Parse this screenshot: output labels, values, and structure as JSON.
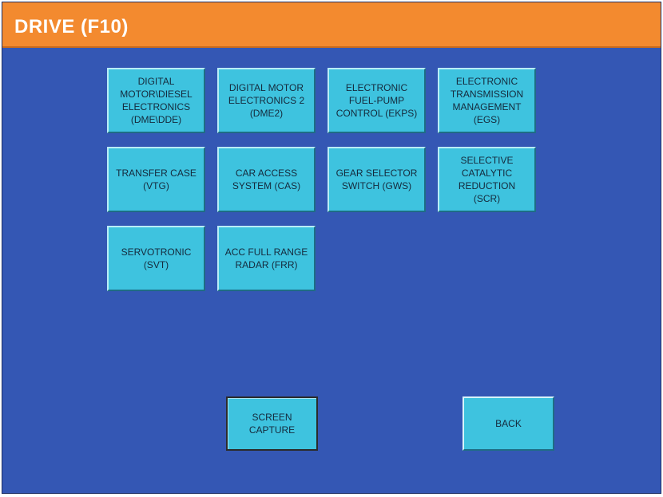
{
  "header": {
    "title": "DRIVE (F10)"
  },
  "modules": [
    {
      "label": "DIGITAL\nMOTOR\\DIESEL\nELECTRONICS\n(DME\\DDE)"
    },
    {
      "label": "DIGITAL MOTOR\nELECTRONICS 2\n(DME2)"
    },
    {
      "label": "ELECTRONIC\nFUEL-PUMP\nCONTROL (EKPS)"
    },
    {
      "label": "ELECTRONIC\nTRANSMISSION\nMANAGEMENT\n(EGS)"
    },
    {
      "label": "TRANSFER CASE\n(VTG)"
    },
    {
      "label": "CAR ACCESS\nSYSTEM (CAS)"
    },
    {
      "label": "GEAR SELECTOR\nSWITCH (GWS)"
    },
    {
      "label": "SELECTIVE\nCATALYTIC\nREDUCTION\n(SCR)"
    },
    {
      "label": "SERVOTRONIC\n(SVT)"
    },
    {
      "label": "ACC FULL RANGE\nRADAR (FRR)"
    }
  ],
  "footer": {
    "screen_capture_label": "SCREEN\nCAPTURE",
    "back_label": "BACK"
  }
}
